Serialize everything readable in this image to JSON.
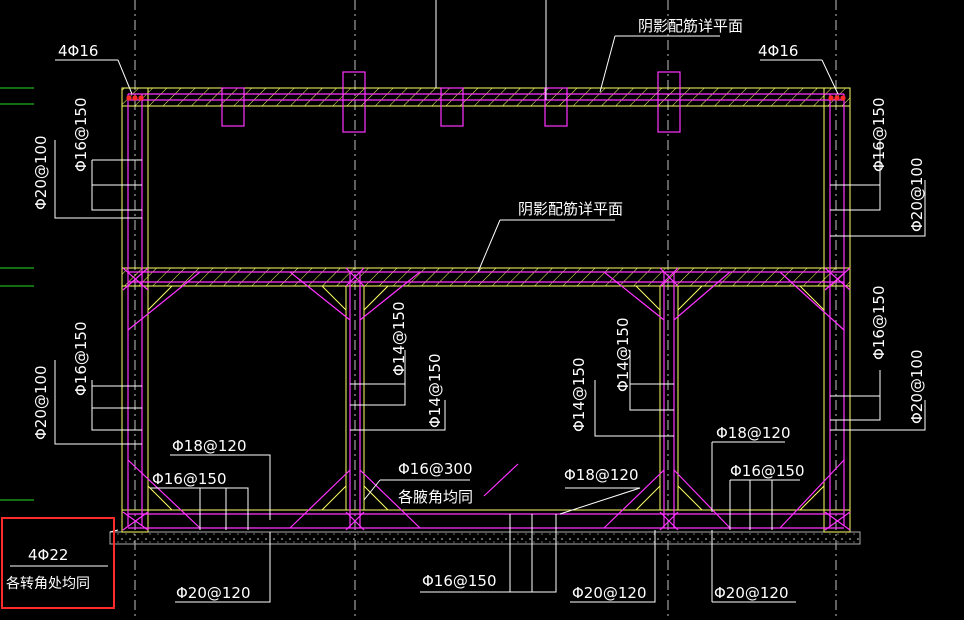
{
  "title_top": "阴影配筋详平面",
  "title_mid": "阴影配筋详平面",
  "corner_left_top": "4Φ16",
  "corner_right_top": "4Φ16",
  "left_wall_upper": {
    "a": "Φ16@150",
    "b": "Φ20@100"
  },
  "left_wall_lower": {
    "a": "Φ16@150",
    "b": "Φ20@100"
  },
  "right_wall_upper": {
    "a": "Φ16@150",
    "b": "Φ20@100"
  },
  "right_wall_lower": {
    "a": "Φ16@150",
    "b": "Φ20@100"
  },
  "mid_wall_left": {
    "a": "Φ14@150",
    "b": "Φ14@150"
  },
  "mid_wall_right": {
    "a": "Φ14@150",
    "b": "Φ14@150"
  },
  "bottom_labels": {
    "left_phi18": "Φ18@120",
    "left_phi16": "Φ16@150",
    "center_phi16": "Φ16@300",
    "center_note": "各腋角均同",
    "center_phi18": "Φ18@120",
    "right_phi18": "Φ18@120",
    "right_phi16": "Φ16@150",
    "bottom_phi20_left": "Φ20@120",
    "bottom_phi16": "Φ16@150",
    "bottom_phi20_mid": "Φ20@120",
    "bottom_phi20_right": "Φ20@120"
  },
  "callout_box": {
    "line1": "4Φ22",
    "line2": "各转角处均同",
    "border_color": "#ff2a2a"
  },
  "colors": {
    "concrete": "#ffff66",
    "rebar": "#ff33ff",
    "leader": "#ffffff",
    "grid": "#cccccc"
  }
}
